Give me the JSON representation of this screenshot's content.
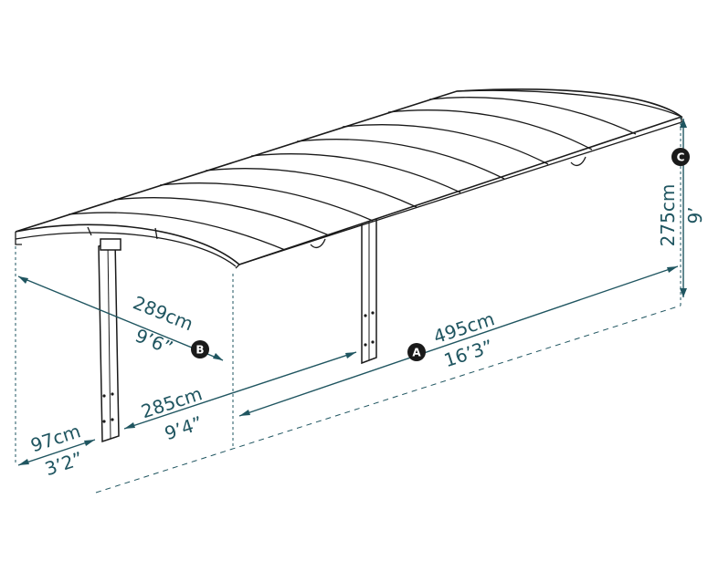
{
  "dimensions": {
    "A": {
      "badge": "A",
      "metric": "495cm",
      "imperial": "16’3”"
    },
    "B": {
      "badge": "B",
      "metric": "289cm",
      "imperial": "9’6”"
    },
    "C": {
      "badge": "C",
      "metric": "275cm",
      "imperial": "9’"
    },
    "post_spacing": {
      "metric": "285cm",
      "imperial": "9’4”"
    },
    "overhang": {
      "metric": "97cm",
      "imperial": "3’2”"
    }
  },
  "colors": {
    "dimension": "#1f5560",
    "structure": "#1a1a1a",
    "background": "#ffffff"
  }
}
